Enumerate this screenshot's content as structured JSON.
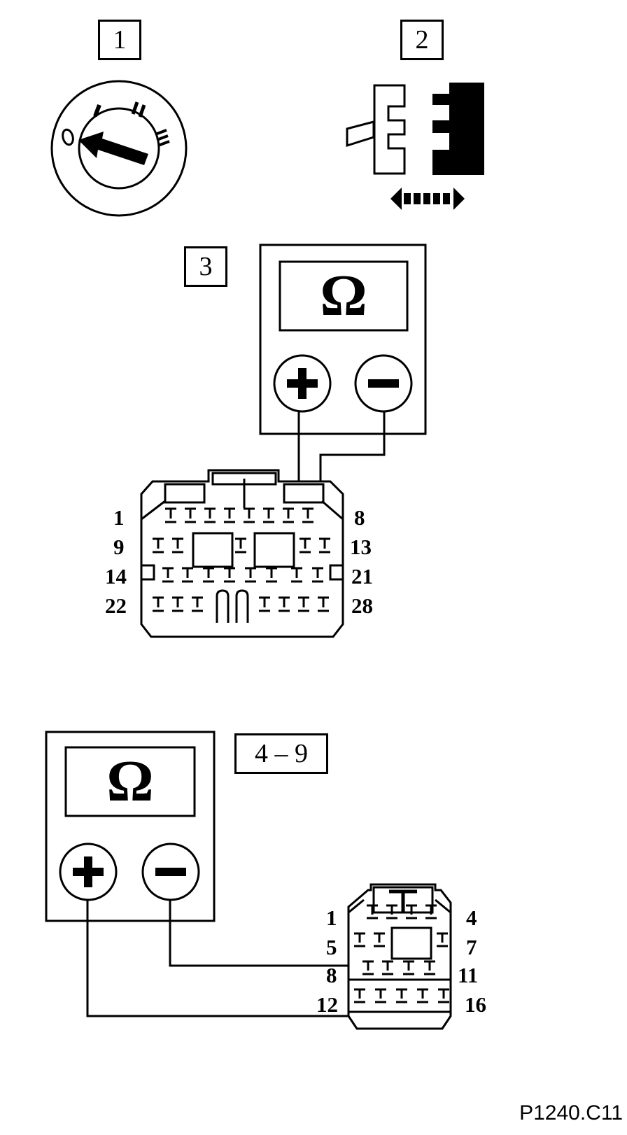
{
  "steps": {
    "step1": "1",
    "step2": "2",
    "step3": "3",
    "step4_9": "4 – 9"
  },
  "ignition_switch": {
    "positions": [
      "0",
      "I",
      "II",
      "III"
    ]
  },
  "meter": {
    "unit_symbol": "Ω",
    "plus_symbol": "+",
    "minus_symbol": "–"
  },
  "connector28": {
    "rows": [
      {
        "start": "1",
        "end": "8"
      },
      {
        "start": "9",
        "end": "13"
      },
      {
        "start": "14",
        "end": "21"
      },
      {
        "start": "22",
        "end": "28"
      }
    ]
  },
  "connector16": {
    "rows": [
      {
        "start": "1",
        "end": "4"
      },
      {
        "start": "5",
        "end": "7"
      },
      {
        "start": "8",
        "end": "11"
      },
      {
        "start": "12",
        "end": "16"
      }
    ]
  },
  "reference_code": "P1240.C11",
  "icons": [
    "ignition-key-icon",
    "connector-disconnect-icon",
    "ohmmeter-icon"
  ]
}
